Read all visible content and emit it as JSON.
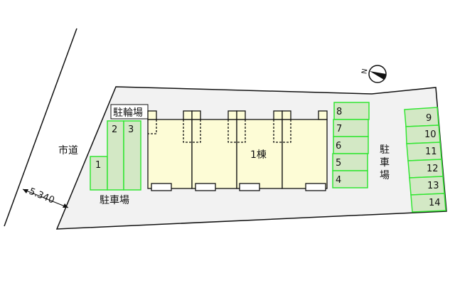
{
  "road": {
    "label": "市道",
    "width_dimension": "5.340"
  },
  "bicycle_parking": {
    "label": "駐輪場"
  },
  "parking_left": {
    "label": "駐車場",
    "spaces": [
      "1",
      "2",
      "3"
    ]
  },
  "building": {
    "label": "1棟"
  },
  "parking_right": {
    "label_chars": [
      "駐",
      "車",
      "場"
    ],
    "spaces_inner": [
      "8",
      "7",
      "6",
      "5",
      "4"
    ],
    "spaces_outer": [
      "9",
      "10",
      "11",
      "12",
      "13",
      "14"
    ]
  },
  "compass": {
    "label": "N",
    "icon": "north-arrow-icon"
  },
  "colors": {
    "parking_fill": "#d3e8c5",
    "parking_stroke": "#33e633",
    "building_fill": "#fdfcd6",
    "lot_fill": "#f2f2f2"
  }
}
